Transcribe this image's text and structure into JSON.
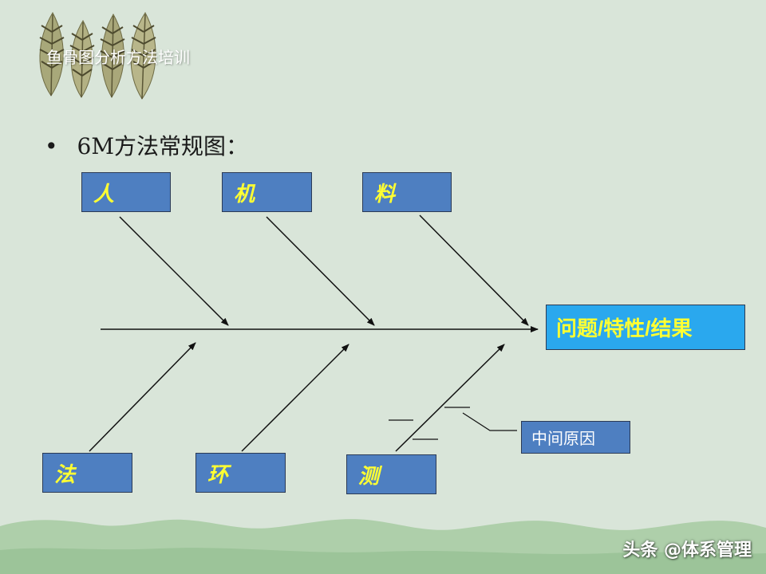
{
  "slide": {
    "title": "鱼骨图分析方法培训",
    "bullet": "•",
    "heading": "6M方法常规图："
  },
  "diagram": {
    "result": "问题/特性/结果",
    "middle_cause": "中间原因",
    "causes_top": [
      "人",
      "机",
      "料"
    ],
    "causes_bottom": [
      "法",
      "环",
      "测"
    ]
  },
  "watermark": "头条 @体系管理",
  "colors": {
    "background": "#d9e5d9",
    "box_fill": "#4e7fc1",
    "result_fill": "#2aa8ee",
    "label_text": "#ffff33",
    "ground": "#aecfaa"
  },
  "icons": {
    "decoration": "leaves-icon"
  }
}
